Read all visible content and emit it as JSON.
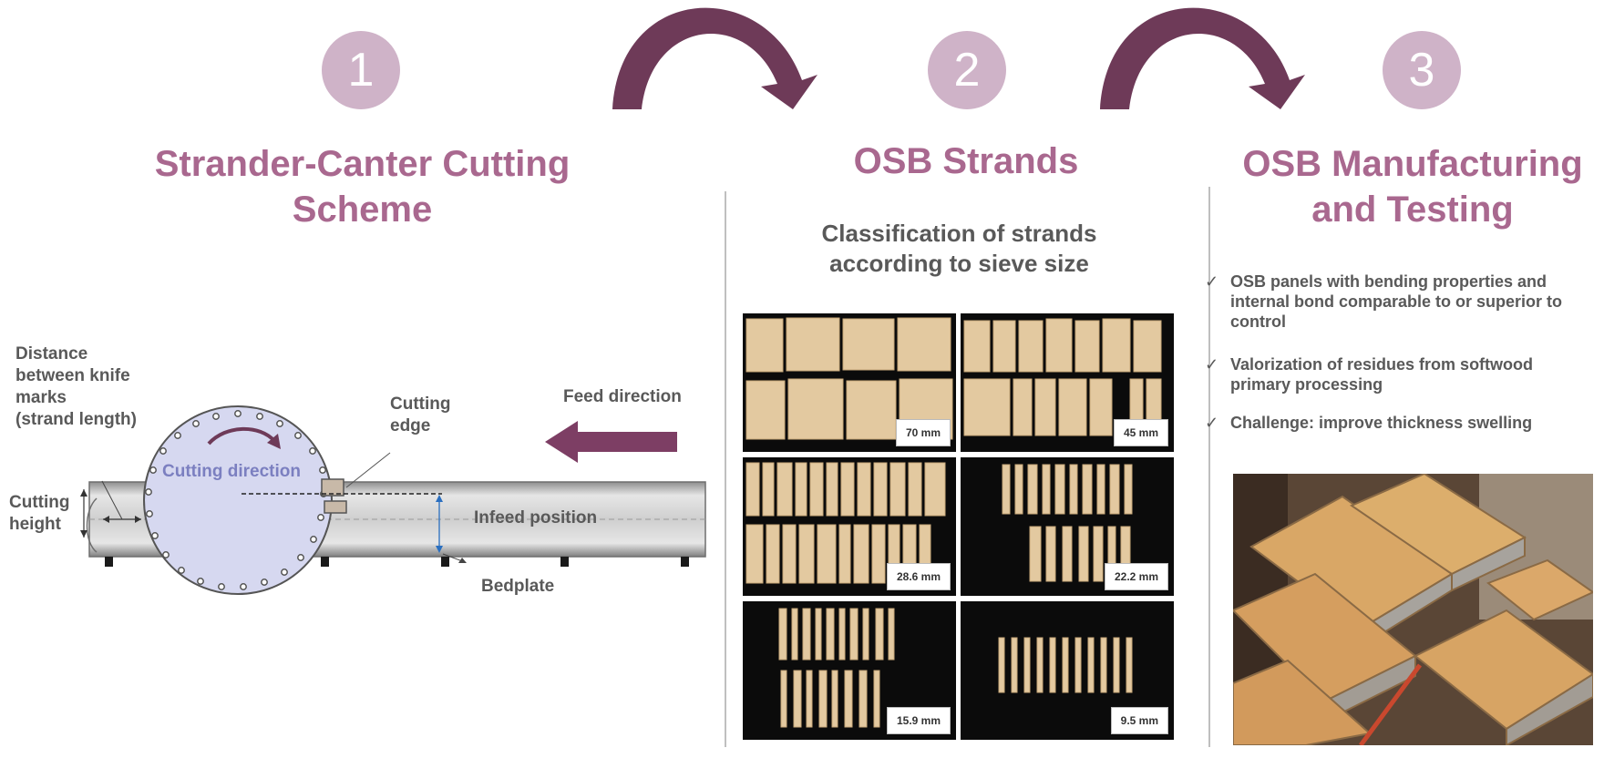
{
  "steps": [
    {
      "number": "1",
      "title_line1": "Strander-Canter Cutting",
      "title_line2": "Scheme"
    },
    {
      "number": "2",
      "title": "OSB Strands"
    },
    {
      "number": "3",
      "title_line1": "OSB Manufacturing",
      "title_line2": "and Testing"
    }
  ],
  "scheme": {
    "distance_line1": "Distance",
    "distance_line2": "between knife",
    "distance_line3": "marks",
    "distance_line4": "(strand length)",
    "cutting_height_line1": "Cutting",
    "cutting_height_line2": "height",
    "cutting_direction": "Cutting direction",
    "cutting_edge_line1": "Cutting",
    "cutting_edge_line2": "edge",
    "feed_direction": "Feed direction",
    "infeed_position": "Infeed position",
    "bedplate": "Bedplate"
  },
  "strands": {
    "subtitle_line1": "Classification of strands",
    "subtitle_line2": "according to sieve size",
    "sizes": [
      "70 mm",
      "45 mm",
      "28.6 mm",
      "22.2 mm",
      "15.9 mm",
      "9.5 mm"
    ]
  },
  "manufacturing": {
    "bullets": [
      "OSB panels with bending properties and internal bond comparable to or superior to control",
      "Valorization of residues from softwood primary processing",
      "Challenge: improve thickness swelling"
    ],
    "check_glyph": "✓"
  },
  "colors": {
    "accent": "#a9688f",
    "circle": "#cfb3c8",
    "arrow": "#6e3a58",
    "text": "#595959",
    "cutter_fill": "#d6d8f0",
    "cutting_direction_text": "#7b7fc0"
  }
}
